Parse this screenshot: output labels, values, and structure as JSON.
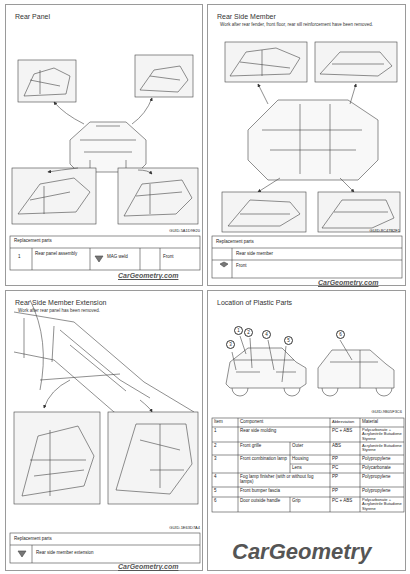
{
  "diagram": {
    "nodes": [
      {
        "text": [
          "Rear Panel"
        ]
      },
      {
        "text": [
          "Rear Side Member",
          "Work after rear fender, front floor, rear sill reinforcement have been removed."
        ]
      },
      {
        "text": [
          "Rear Side Member Extension",
          "Work after rear panel has been removed."
        ]
      },
      {
        "text": [
          "Location of Plastic Parts"
        ]
      }
    ],
    "labels": [
      "GUID-5A1D9E20",
      "Replacement parts",
      "1",
      "Rear panel assembly",
      "MAG weld",
      "Front",
      "CarGeometry.com",
      "GUID-8C47B2F1",
      "Replacement parts",
      "Rear side member",
      "Front",
      "CarGeometry.com",
      "GUID-1E63D7A4",
      "Replacement parts",
      "Rear side member extension",
      "CarGeometry.com",
      "1",
      "2",
      "3",
      "4",
      "5",
      "6",
      "GUID-9B05F3C6",
      "Item",
      "Component",
      "Abbreviation",
      "Material",
      "1",
      "Rear side molding",
      "PC + ABS",
      "Polycarbonate + Acrylonitrile Butadiene Styrene",
      "2",
      "Front grille",
      "Outer",
      "ABS",
      "Acrylonitrile Butadiene Styrene",
      "3",
      "Front combination lamp",
      "Housing",
      "PP",
      "Polypropylene",
      "Lens",
      "PC",
      "Polycarbonate",
      "4",
      "Fog lamp finisher (with or without fog lamps)",
      "PP",
      "Polypropylene",
      "5",
      "Front bumper fascia",
      "PP",
      "Polypropylene",
      "6",
      "Door outside handle",
      "Grip",
      "PC + ABS",
      "Polycarbonate + Acrylonitrile Butadiene Styrene",
      "CarGeometry"
    ]
  }
}
